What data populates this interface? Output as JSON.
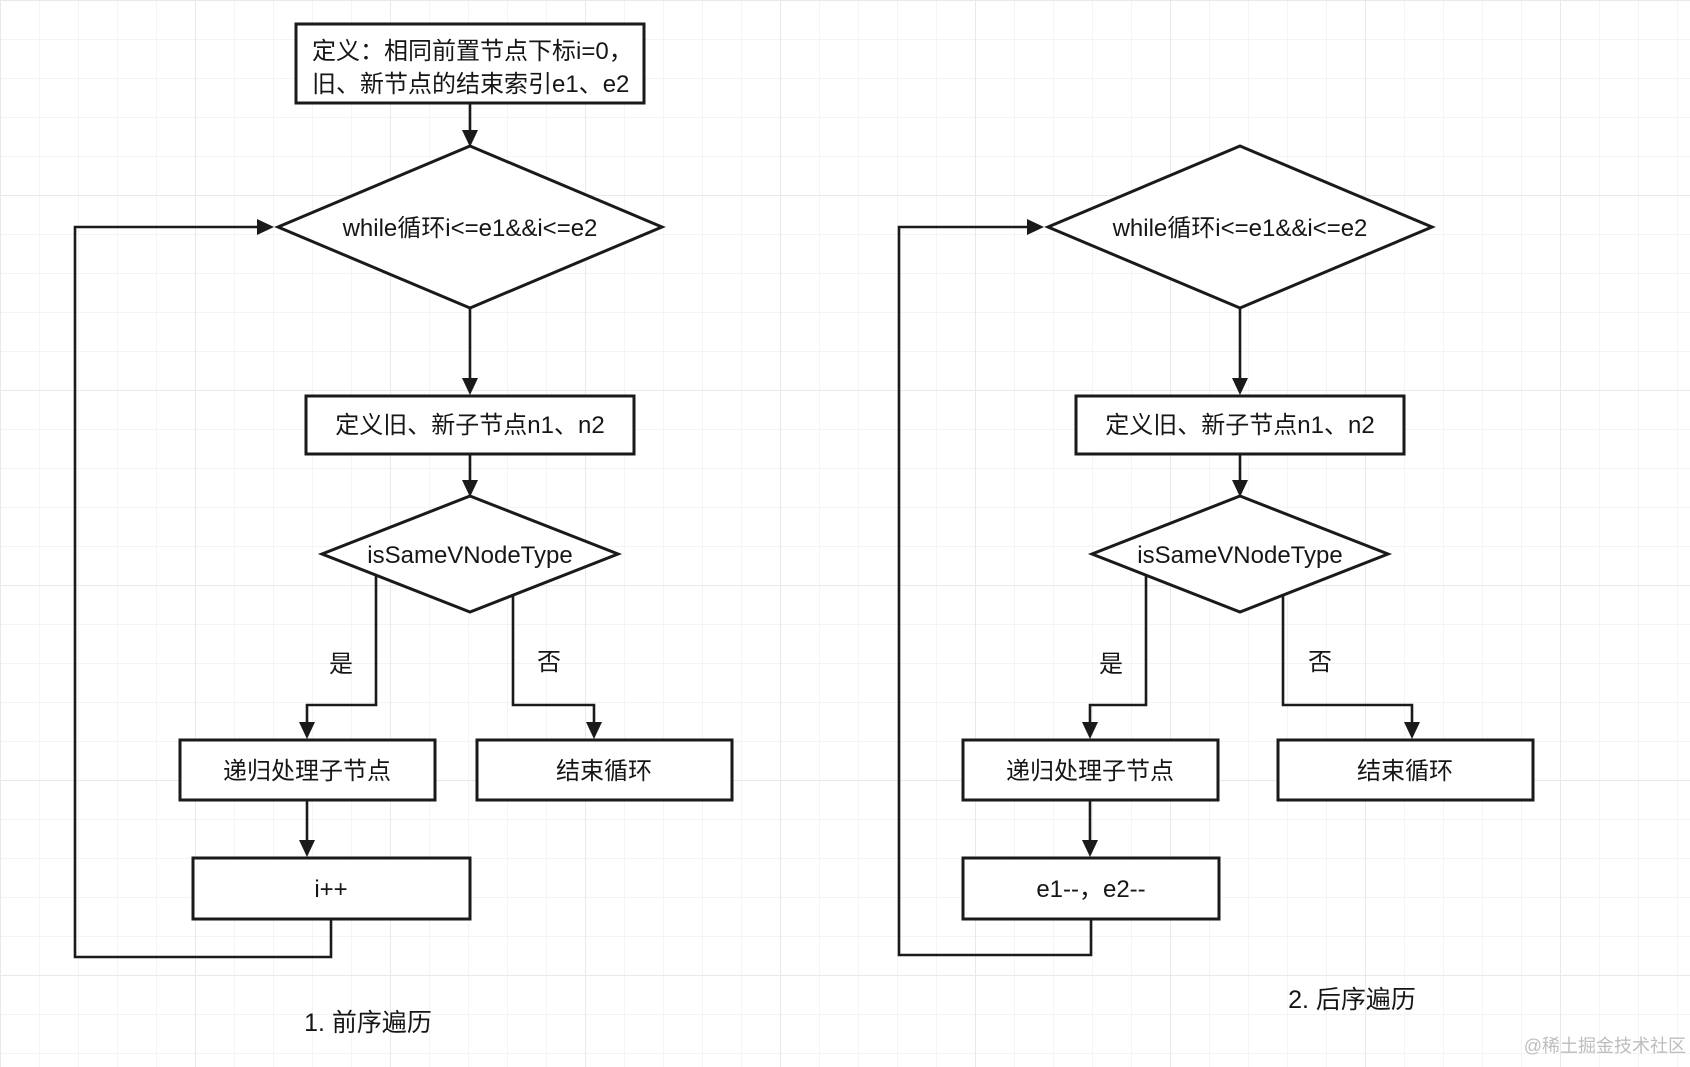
{
  "diagram": {
    "flowcharts": [
      {
        "caption": "1. 前序遍历",
        "definition": {
          "line1": "定义：相同前置节点下标i=0，",
          "line2": "旧、新节点的结束索引e1、e2"
        },
        "while_condition": "while循环i<=e1&&i<=e2",
        "define_children": "定义旧、新子节点n1、n2",
        "type_check": "isSameVNodeType",
        "branch_yes": "是",
        "branch_no": "否",
        "yes_action": "递归处理子节点",
        "no_action": "结束循环",
        "loop_step": "i++"
      },
      {
        "caption": "2. 后序遍历",
        "while_condition": "while循环i<=e1&&i<=e2",
        "define_children": "定义旧、新子节点n1、n2",
        "type_check": "isSameVNodeType",
        "branch_yes": "是",
        "branch_no": "否",
        "yes_action": "递归处理子节点",
        "no_action": "结束循环",
        "loop_step": "e1--，e2--"
      }
    ],
    "watermark": "@稀土掘金技术社区"
  }
}
